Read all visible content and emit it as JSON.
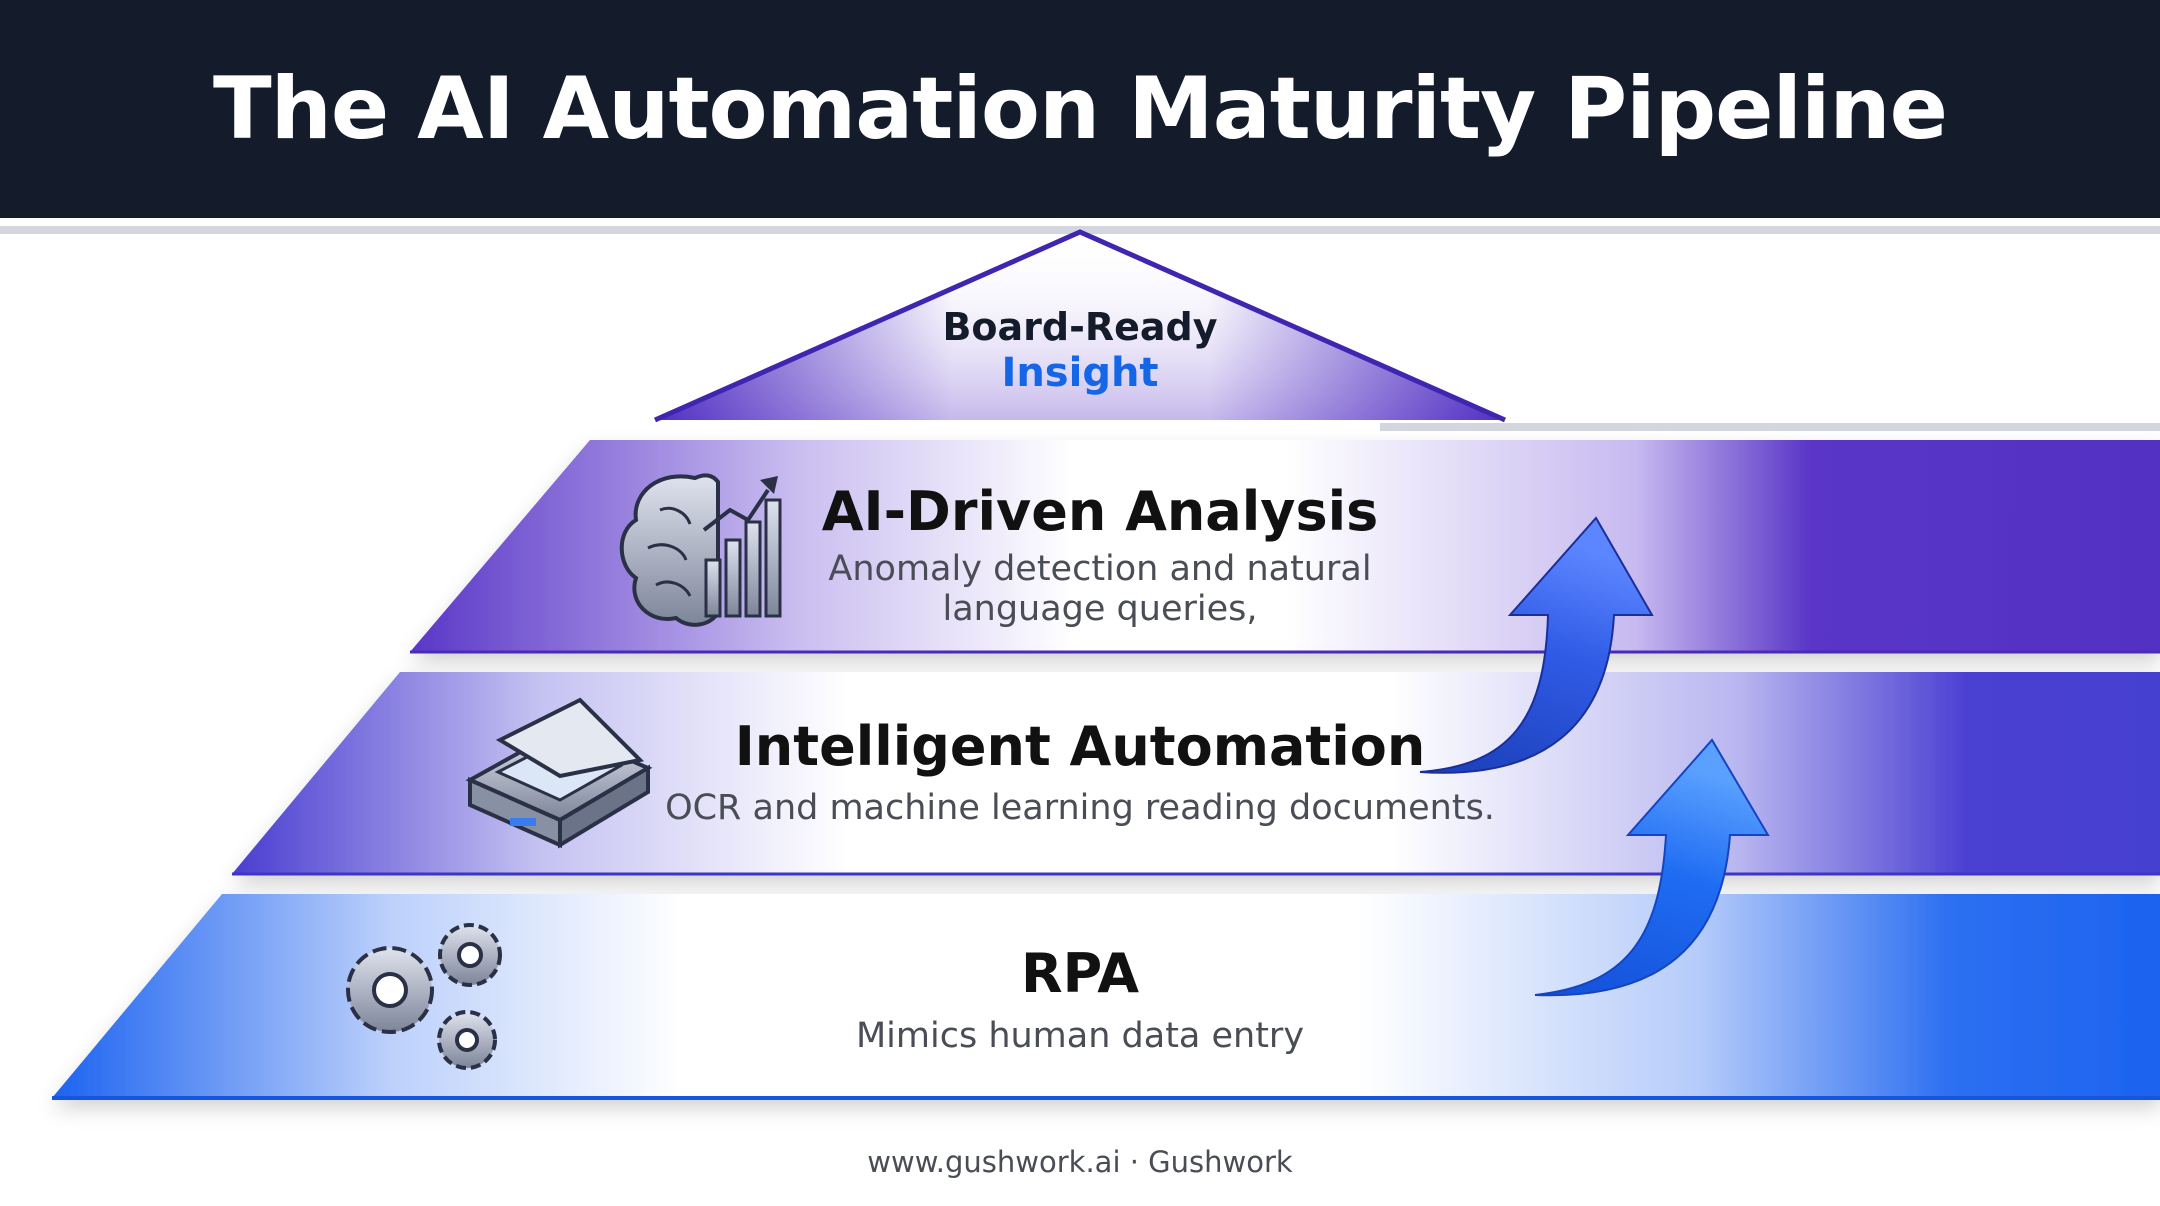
{
  "header": {
    "title": "The AI Automation Maturity Pipeline"
  },
  "pyramid": {
    "apex": {
      "line1": "Board-Ready",
      "line2": "Insight"
    },
    "levels": [
      {
        "title": "AI-Driven Analysis",
        "description": "Anomaly detection and natural language queries,",
        "icon": "brain-chart-icon"
      },
      {
        "title": "Intelligent Automation",
        "description": "OCR and machine learning reading documents.",
        "icon": "document-scanner-icon"
      },
      {
        "title": "RPA",
        "description": "Mimics human data entry",
        "icon": "gears-icon"
      }
    ]
  },
  "footer": {
    "text": "www.gushwork.ai · Gushwork"
  },
  "colors": {
    "header_bg": "#141b2b",
    "level3": "#5b36c8",
    "level2": "#4a3fd2",
    "level1": "#1c63f0",
    "accent_text": "#1466e6"
  }
}
